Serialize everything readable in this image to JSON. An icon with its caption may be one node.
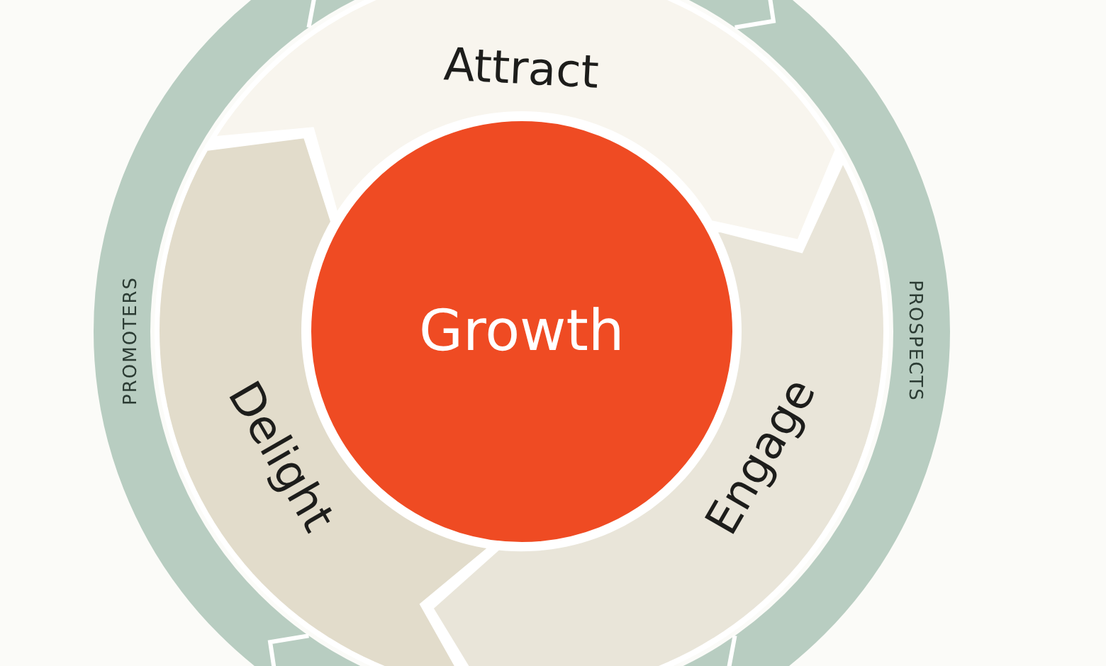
{
  "diagram": {
    "nodes": [
      {
        "text": [
          "Growth"
        ]
      },
      {
        "text": [
          "Attract"
        ]
      },
      {
        "text": [
          "Engage"
        ]
      },
      {
        "text": [
          "Delight"
        ]
      }
    ],
    "labels": [
      "PROMOTERS",
      "PROSPECTS"
    ]
  }
}
